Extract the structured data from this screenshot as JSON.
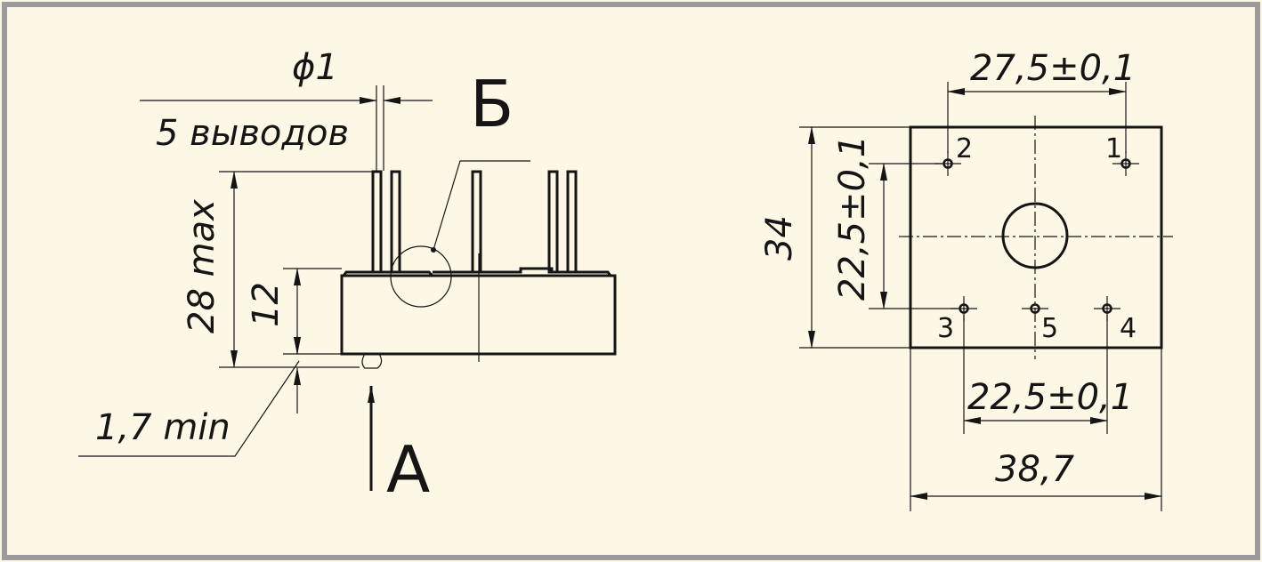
{
  "colors": {
    "paper": "#fdf8e6",
    "frame": "#9b9b9b",
    "ink": "#151515"
  },
  "side_view": {
    "pin_diameter": "ϕ1",
    "pin_count_note": "5 выводов",
    "detail_label": "Б",
    "view_arrow_label": "А",
    "height_max": "28 max",
    "body_height": "12",
    "standoff_min": "1,7 min"
  },
  "top_view": {
    "pin_spacing_top": "27,5±0,1",
    "body_height": "34",
    "pin_spacing_vertical": "22,5±0,1",
    "pin_spacing_bottom": "22,5±0,1",
    "body_width": "38,7",
    "pins": [
      "1",
      "2",
      "3",
      "4",
      "5"
    ]
  }
}
